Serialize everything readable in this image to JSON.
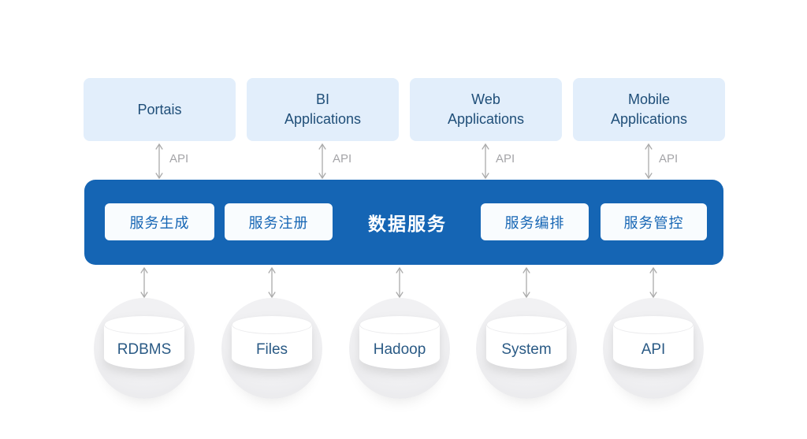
{
  "diagram": {
    "apps": [
      {
        "label": "Portais"
      },
      {
        "label": "BI\nApplications"
      },
      {
        "label": "Web\nApplications"
      },
      {
        "label": "Mobile\nApplications"
      }
    ],
    "api_label": "API",
    "service_bar": {
      "title": "数据服务",
      "modules": [
        "服务生成",
        "服务注册",
        "服务编排",
        "服务管控"
      ]
    },
    "datasources": [
      {
        "label": "RDBMS"
      },
      {
        "label": "Files"
      },
      {
        "label": "Hadoop"
      },
      {
        "label": "System"
      },
      {
        "label": "API"
      }
    ],
    "colors": {
      "bar_blue": "#1565b4",
      "app_box_bg": "#e2eefb",
      "app_box_text": "#1f4e78",
      "module_text": "#1565b4",
      "circle_bg": "#ededef",
      "datasource_text": "#2a5a85",
      "arrow_gray": "#ababab"
    }
  }
}
